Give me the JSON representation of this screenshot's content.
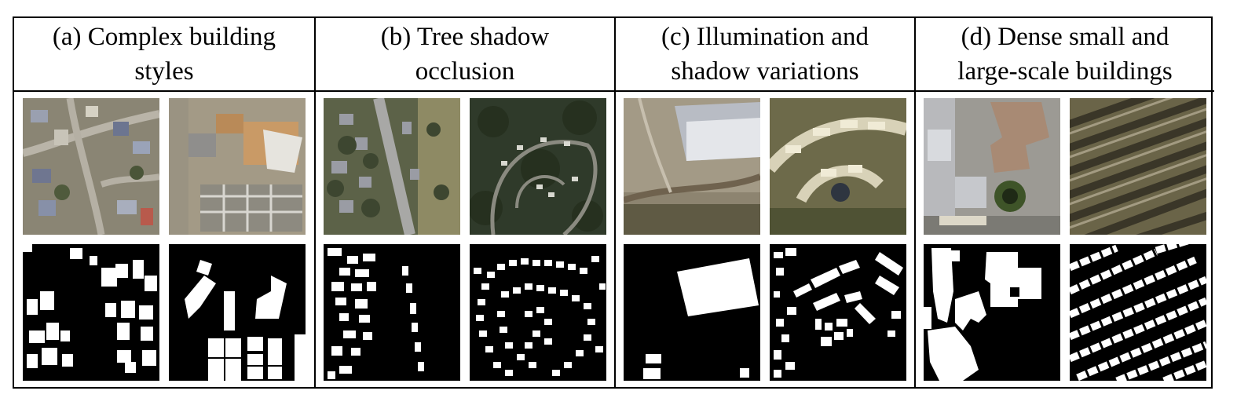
{
  "figure": {
    "columns": [
      {
        "title_line1": "(a) Complex building",
        "title_line2": "styles"
      },
      {
        "title_line1": "(b) Tree shadow",
        "title_line2": "occlusion"
      },
      {
        "title_line1": "(c) Illumination and",
        "title_line2": "shadow variations"
      },
      {
        "title_line1": "(d) Dense small and",
        "title_line2": "large-scale buildings"
      }
    ]
  }
}
